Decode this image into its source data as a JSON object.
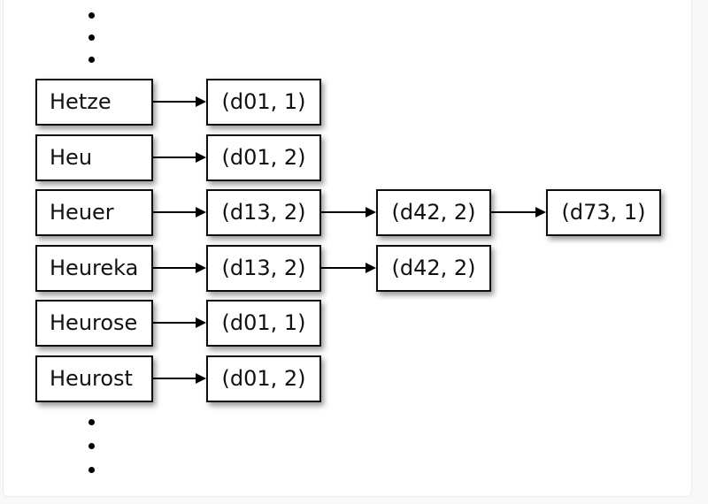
{
  "page": {
    "background_color": "#f8f8f8",
    "panel_background_color": "#ffffff",
    "panel_border_color": "#ebebeb"
  },
  "diagram": {
    "type": "inverted-index-linked-list",
    "box_border_color": "#0d0d0d",
    "text_color": "#111111",
    "arrow_color": "#000000",
    "ellipsis": {
      "top_dot_count": 3,
      "bottom_dot_count": 3
    },
    "rows": [
      {
        "term": "Hetze",
        "postings": [
          "(d01, 1)"
        ]
      },
      {
        "term": "Heu",
        "postings": [
          "(d01, 2)"
        ]
      },
      {
        "term": "Heuer",
        "postings": [
          "(d13, 2)",
          "(d42, 2)",
          "(d73, 1)"
        ]
      },
      {
        "term": "Heureka",
        "postings": [
          "(d13, 2)",
          "(d42, 2)"
        ]
      },
      {
        "term": "Heurose",
        "postings": [
          "(d01, 1)"
        ]
      },
      {
        "term": "Heurost",
        "postings": [
          "(d01, 2)"
        ]
      }
    ]
  }
}
